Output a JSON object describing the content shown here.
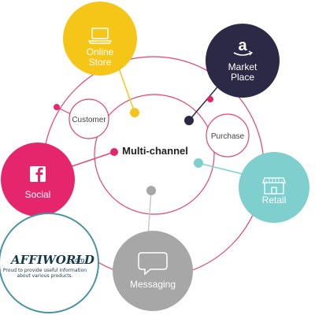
{
  "center": {
    "label": "Multi-channel"
  },
  "channels": {
    "online_store": {
      "line1": "Online",
      "line2": "Store",
      "color": "#f5c518",
      "icon": "laptop-icon"
    },
    "marketplace": {
      "line1": "Market",
      "line2": "Place",
      "color": "#2c2946",
      "icon": "amazon-logo-icon"
    },
    "social": {
      "label": "Social",
      "color": "#e5266d",
      "icon": "facebook-icon"
    },
    "retail": {
      "label": "Retail",
      "color": "#7fcfcf",
      "icon": "storefront-icon"
    },
    "messaging": {
      "label": "Messaging",
      "color": "#a7a7a7",
      "icon": "speech-bubble-icon"
    }
  },
  "inner_labels": {
    "customer": "Customer",
    "purchase": "Purchase"
  },
  "watermark": {
    "brand": "AFFIWORLD",
    "domain_suffix": ".com",
    "tagline_line1": "Proud to provide useful information",
    "tagline_line2": "about various products."
  },
  "colors": {
    "ring": "#e2456f",
    "center_dot": "#e5266d"
  }
}
